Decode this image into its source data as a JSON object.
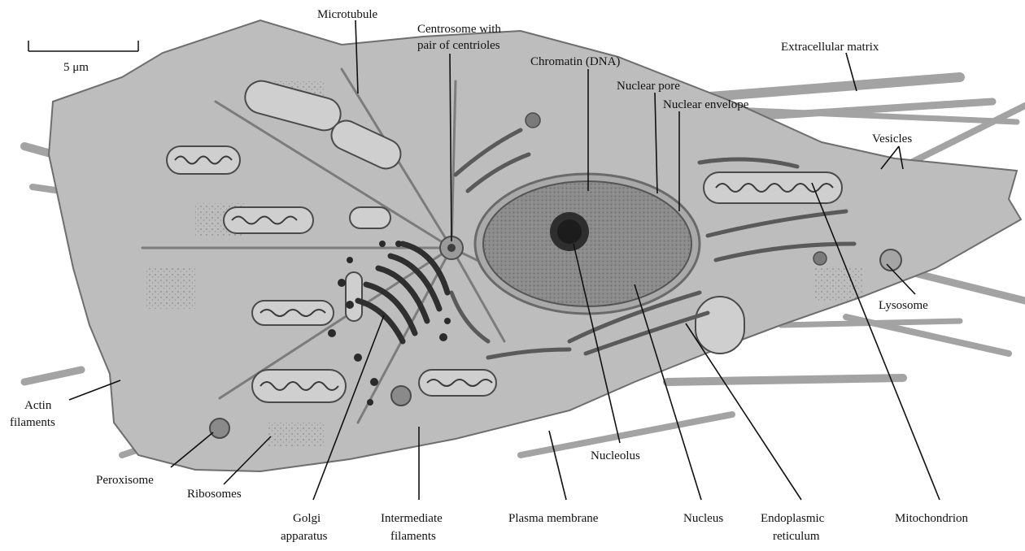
{
  "scale_bar": {
    "label": "5 μm"
  },
  "labels": {
    "microtubule": "Microtubule",
    "centrosome": [
      "Centrosome with",
      "pair of centrioles"
    ],
    "chromatin": "Chromatin (DNA)",
    "nuclear_pore": "Nuclear pore",
    "nuclear_envelope": "Nuclear envelope",
    "extracellular_matrix": "Extracellular matrix",
    "vesicles": "Vesicles",
    "lysosome": "Lysosome",
    "actin_filaments": [
      "Actin",
      "filaments"
    ],
    "peroxisome": "Peroxisome",
    "ribosomes": "Ribosomes",
    "golgi": [
      "Golgi",
      "apparatus"
    ],
    "intermediate_filaments": [
      "Intermediate",
      "filaments"
    ],
    "plasma_membrane": "Plasma membrane",
    "nucleolus": "Nucleolus",
    "nucleus": "Nucleus",
    "endoplasmic_reticulum": [
      "Endoplasmic",
      "reticulum"
    ],
    "mitochondrion": "Mitochondrion"
  },
  "colors": {
    "cytoplasm": "#b9b9b9",
    "membrane": "#6e6e6e",
    "nucleus": "#8f8f8f",
    "ecm_fibers": "#9a9a9a",
    "organelle_dark": "#3a3a3a",
    "leader_line": "#111111"
  }
}
